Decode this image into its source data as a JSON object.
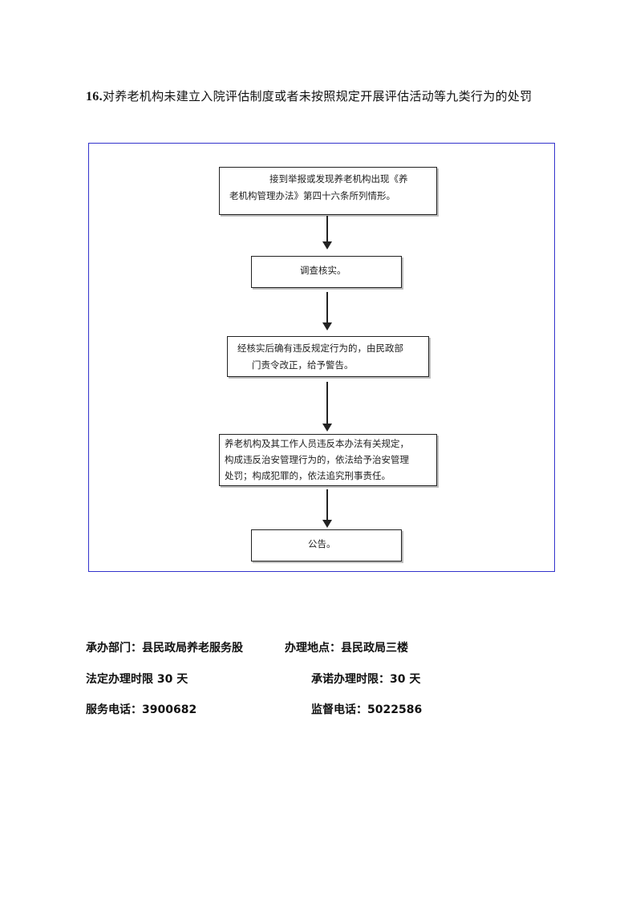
{
  "heading": {
    "number": "16.",
    "text": "对养老机构未建立入院评估制度或者未按照规定开展评估活动等九类行为的处罚"
  },
  "flowchart": {
    "steps": [
      {
        "lines": [
          "接到举报或发现养老机构出现《养",
          "老机构管理办法》第四十六条所列情形。"
        ]
      },
      {
        "lines": [
          "调查核实。"
        ]
      },
      {
        "lines": [
          "经核实后确有违反规定行为的，由民政部",
          "门责令改正，给予警告。"
        ]
      },
      {
        "lines": [
          "养老机构及其工作人员违反本办法有关规定，",
          "构成违反治安管理行为的，依法给予治安管理",
          "处罚；构成犯罪的，依法追究刑事责任。"
        ]
      },
      {
        "lines": [
          "公告。"
        ]
      }
    ]
  },
  "info": {
    "dept_label": "承办部门：",
    "dept_value": "县民政局养老服务股",
    "location_label": "办理地点：",
    "location_value": "县民政局三楼",
    "legal_limit_label": "法定办理时限",
    "legal_limit_value": "30 天",
    "promise_limit_label": "承诺办理时限：",
    "promise_limit_value": "30 天",
    "service_phone_label": "服务电话：",
    "service_phone_value": "3900682",
    "supervise_phone_label": "监督电话：",
    "supervise_phone_value": "5022586"
  },
  "colors": {
    "frame_border": "#3333cc",
    "box_border": "#222222"
  }
}
